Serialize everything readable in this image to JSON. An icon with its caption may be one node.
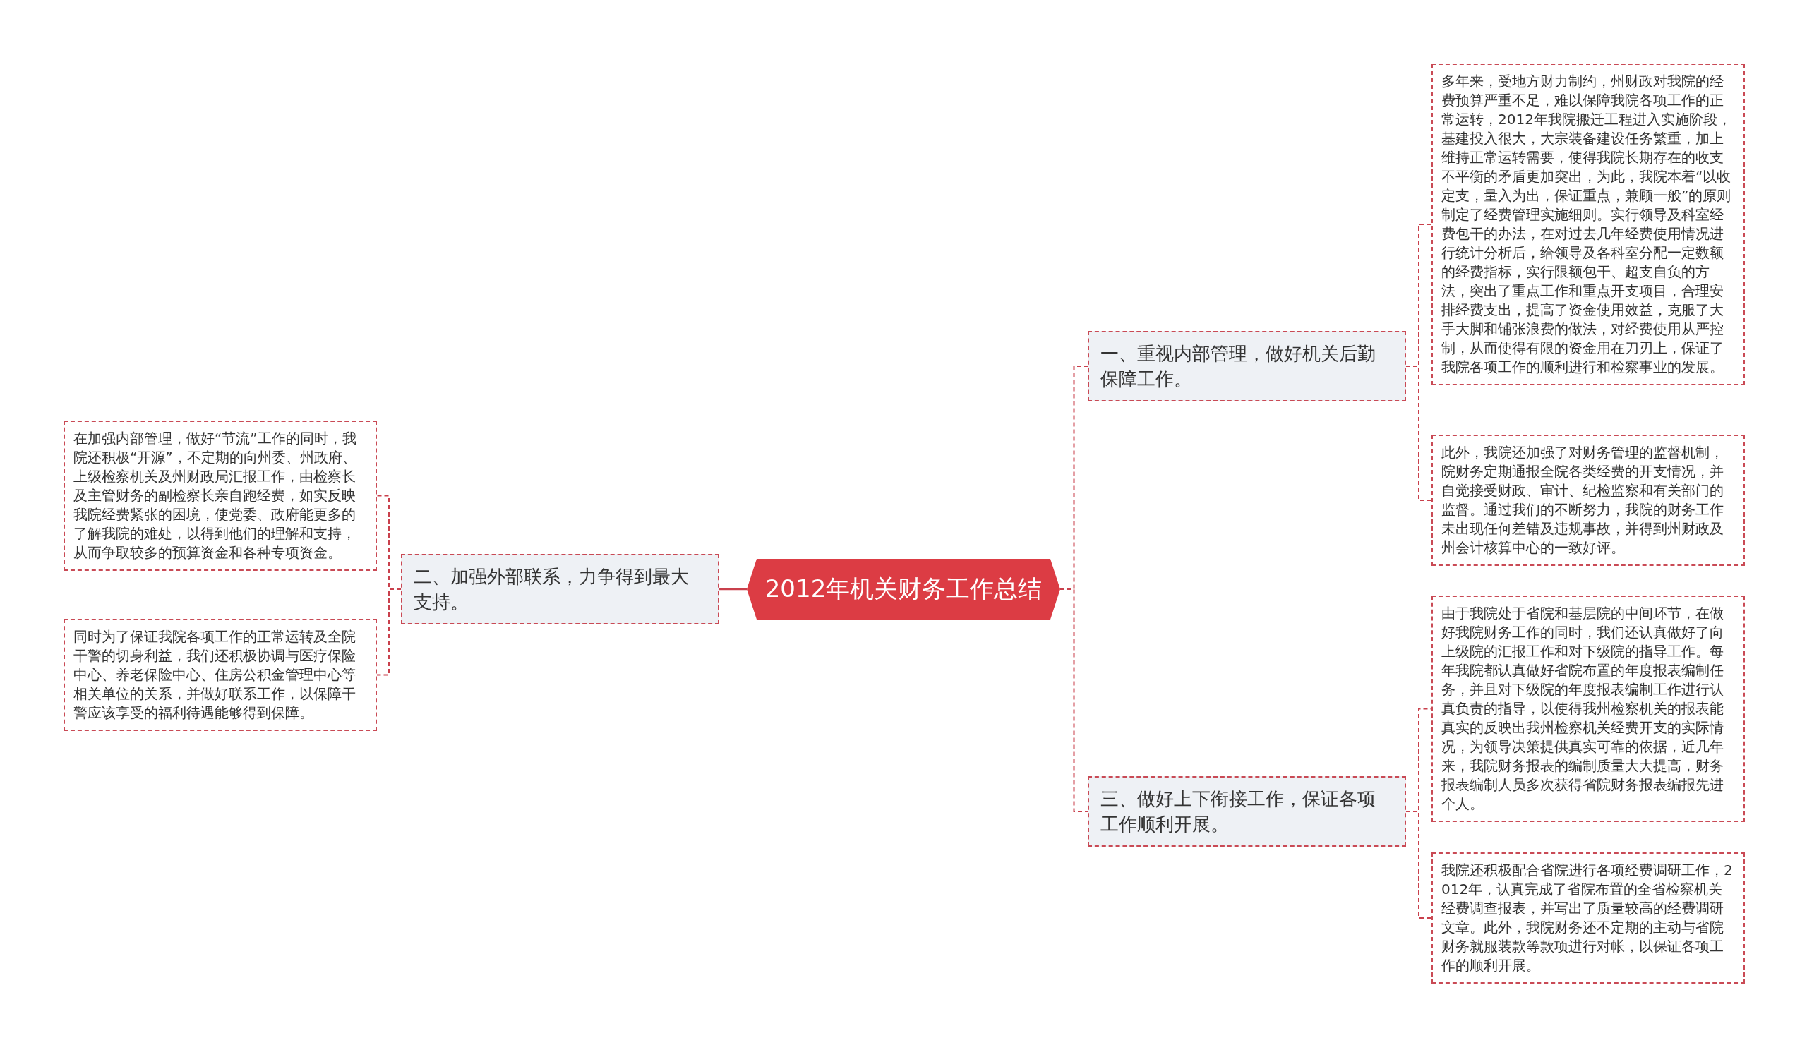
{
  "diagram": {
    "nodes": [
      {
        "text": [
          "2012年机关财务工作总结"
        ]
      },
      {
        "text": [
          "一、重视内部管理，做好机关后勤保障工作。"
        ]
      },
      {
        "text": [
          "多年来，受地方财力制约，州财政对我院的经费预算严重不足，难以保障我院各项工作的正常运转，2012年我院搬迁工程进入实施阶段，基建投入很大，大宗装备建设任务繁重，加上维持正常运转需要，使得我院长期存在的收支不平衡的矛盾更加突出，为此，我院本着“以收定支，量入为出，保证重点，兼顾一般”的原则制定了经费管理实施细则。实行领导及科室经费包干的办法，在对过去几年经费使用情况进行统计分析后，给领导及各科室分配一定数额的经费指标，实行限额包干、超支自负的方法，突出了重点工作和重点开支项目，合理安排经费支出，提高了资金使用效益，克服了大手大脚和铺张浪费的做法，对经费使用从严控制，从而使得有限的资金用在刀刃上，保证了我院各项工作的顺利进行和检察事业的发展。"
        ]
      },
      {
        "text": [
          "此外，我院还加强了对财务管理的监督机制，院财务定期通报全院各类经费的开支情况，并自觉接受财政、审计、纪检监察和有关部门的监督。通过我们的不断努力，我院的财务工作未出现任何差错及违规事故，并得到州财政及州会计核算中心的一致好评。"
        ]
      },
      {
        "text": [
          "三、做好上下衔接工作，保证各项工作顺利开展。"
        ]
      },
      {
        "text": [
          "由于我院处于省院和基层院的中间环节，在做好我院财务工作的同时，我们还认真做好了向上级院的汇报工作和对下级院的指导工作。每年我院都认真做好省院布置的年度报表编制任务，并且对下级院的年度报表编制工作进行认真负责的指导，以使得我州检察机关的报表能真实的反映出我州检察机关经费开支的实际情况，为领导决策提供真实可靠的依据，近几年来，我院财务报表的编制质量大大提高，财务报表编制人员多次获得省院财务报表编报先进个人。"
        ]
      },
      {
        "text": [
          "我院还积极配合省院进行各项经费调研工作，2012年，认真完成了省院布置的全省检察机关经费调查报表，并写出了质量较高的经费调研文章。此外，我院财务还不定期的主动与省院财务就服装款等款项进行对帐，以保证各项工作的顺利开展。"
        ]
      },
      {
        "text": [
          "二、加强外部联系，力争得到最大支持。"
        ]
      },
      {
        "text": [
          "在加强内部管理，做好“节流”工作的同时，我院还积极“开源”，不定期的向州委、州政府、上级检察机关及州财政局汇报工作，由检察长及主管财务的副检察长亲自跑经费，如实反映我院经费紧张的困境，使党委、政府能更多的了解我院的难处，以得到他们的理解和支持，从而争取较多的预算资金和各种专项资金。"
        ]
      },
      {
        "text": [
          "同时为了保证我院各项工作的正常运转及全院干警的切身利益，我们还积极协调与医疗保险中心、养老保险中心、住房公积金管理中心等相关单位的关系，并做好联系工作，以保障干警应该享受的福利待遇能够得到保障。"
        ]
      }
    ],
    "edges": [
      {
        "from": 0,
        "to": 1,
        "arrow": "none",
        "style": "dashed"
      },
      {
        "from": 1,
        "to": 2,
        "arrow": "none",
        "style": "dashed"
      },
      {
        "from": 1,
        "to": 3,
        "arrow": "none",
        "style": "dashed"
      },
      {
        "from": 0,
        "to": 4,
        "arrow": "none",
        "style": "dashed"
      },
      {
        "from": 4,
        "to": 5,
        "arrow": "none",
        "style": "dashed"
      },
      {
        "from": 4,
        "to": 6,
        "arrow": "none",
        "style": "dashed"
      },
      {
        "from": 0,
        "to": 7,
        "arrow": "none"
      },
      {
        "from": 7,
        "to": 8,
        "arrow": "none",
        "style": "dashed"
      },
      {
        "from": 7,
        "to": 9,
        "arrow": "none",
        "style": "dashed"
      }
    ]
  }
}
